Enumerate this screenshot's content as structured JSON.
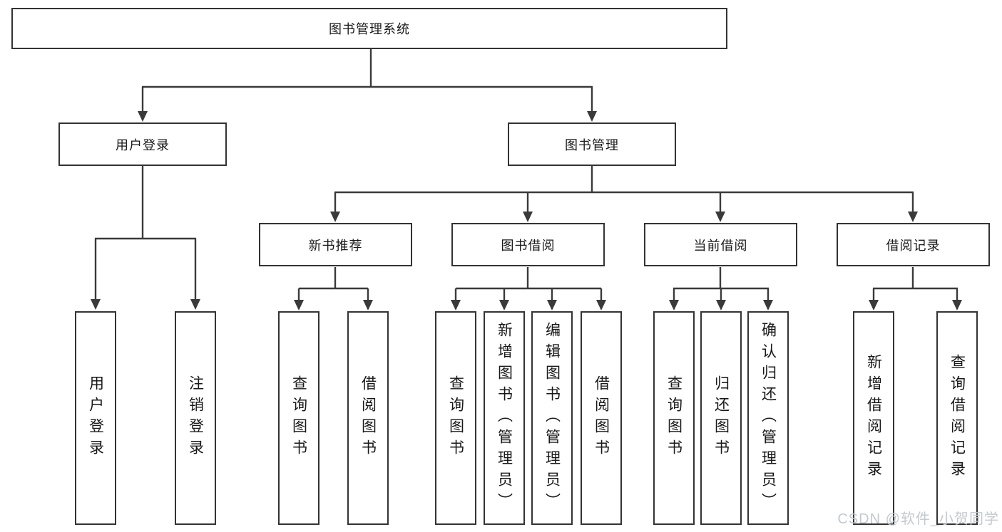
{
  "tree": {
    "label": "图书管理系统",
    "children": [
      {
        "label": "用户登录",
        "children": [
          {
            "label": "用户登录"
          },
          {
            "label": "注销登录"
          }
        ]
      },
      {
        "label": "图书管理",
        "children": [
          {
            "label": "新书推荐",
            "children": [
              {
                "label": "查询图书"
              },
              {
                "label": "借阅图书"
              }
            ]
          },
          {
            "label": "图书借阅",
            "children": [
              {
                "label": "查询图书"
              },
              {
                "label": "新增图书（管理员）"
              },
              {
                "label": "编辑图书（管理员）"
              },
              {
                "label": "借阅图书"
              }
            ]
          },
          {
            "label": "当前借阅",
            "children": [
              {
                "label": "查询图书"
              },
              {
                "label": "归还图书"
              },
              {
                "label": "确认归还（管理员）"
              }
            ]
          },
          {
            "label": "借阅记录",
            "children": [
              {
                "label": "新增借阅记录"
              },
              {
                "label": "查询借阅记录"
              }
            ]
          }
        ]
      }
    ]
  },
  "watermark": "CSDN @软件_小贺同学",
  "colors": {
    "line": "#3a3a3a",
    "box_border": "#333333",
    "text": "#181818",
    "watermark": "#c3c9cf",
    "background": "#ffffff"
  }
}
